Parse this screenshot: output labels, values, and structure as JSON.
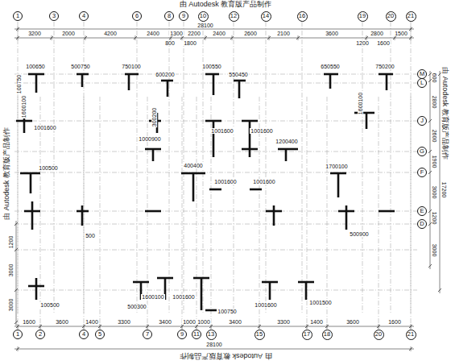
{
  "diagram": {
    "nodes": [
      {
        "text": [
          "1"
        ]
      },
      {
        "text": [
          "3"
        ]
      },
      {
        "text": [
          "4"
        ]
      },
      {
        "text": [
          "6"
        ]
      },
      {
        "text": [
          "8"
        ]
      },
      {
        "text": [
          "9"
        ]
      },
      {
        "text": [
          "10"
        ]
      },
      {
        "text": [
          "12"
        ]
      },
      {
        "text": [
          "14"
        ]
      },
      {
        "text": [
          "16"
        ]
      },
      {
        "text": [
          "19"
        ]
      },
      {
        "text": [
          "20"
        ]
      },
      {
        "text": [
          "21"
        ]
      },
      {
        "text": [
          "M"
        ]
      },
      {
        "text": [
          "L"
        ]
      },
      {
        "text": [
          "J"
        ]
      },
      {
        "text": [
          "G"
        ]
      },
      {
        "text": [
          "F"
        ]
      },
      {
        "text": [
          "E"
        ]
      },
      {
        "text": [
          "D"
        ]
      },
      {
        "text": [
          "1"
        ]
      },
      {
        "text": [
          "2"
        ]
      },
      {
        "text": [
          "4"
        ]
      },
      {
        "text": [
          "5"
        ]
      },
      {
        "text": [
          "7"
        ]
      },
      {
        "text": [
          "9"
        ]
      },
      {
        "text": [
          "11"
        ]
      },
      {
        "text": [
          "13"
        ]
      },
      {
        "text": [
          "15"
        ]
      },
      {
        "text": [
          "17"
        ]
      },
      {
        "text": [
          "18"
        ]
      },
      {
        "text": [
          "20"
        ]
      },
      {
        "text": [
          "21"
        ]
      }
    ],
    "labels": [
      "由 Autodesk 教育版产品制作",
      "由 Autodesk 教育版产品制作",
      "由 Autodesk 教育版产品制作",
      "由 Autodesk 教育版产品制作",
      "28100",
      "3200",
      "2000",
      "4200",
      "2400",
      "1300",
      "2200",
      "2400",
      "2600",
      "2100",
      "3600",
      "2800",
      "1500",
      "800",
      "1800",
      "1200",
      "1600",
      "600",
      "2800",
      "2600",
      "1900",
      "3000",
      "1200",
      "3000",
      "17200",
      "1200",
      "3000",
      "3000",
      "1600",
      "3600",
      "1400",
      "3300",
      "3400",
      "1000",
      "1000",
      "3400",
      "3300",
      "1400",
      "3600",
      "1600",
      "28100",
      "100650",
      "500750",
      "750100",
      "600200",
      "100550",
      "550450",
      "650550",
      "750200",
      "100750",
      "1600100",
      "1001600",
      "300200",
      "1001600",
      "1001600",
      "1600100",
      "1000900",
      "1200400",
      "400400",
      "100500",
      "1700100",
      "1001600",
      "1001600",
      "500",
      "500900",
      "1600100",
      "1001600",
      "100500",
      "500300",
      "1001500",
      "100750",
      "1001600"
    ]
  }
}
